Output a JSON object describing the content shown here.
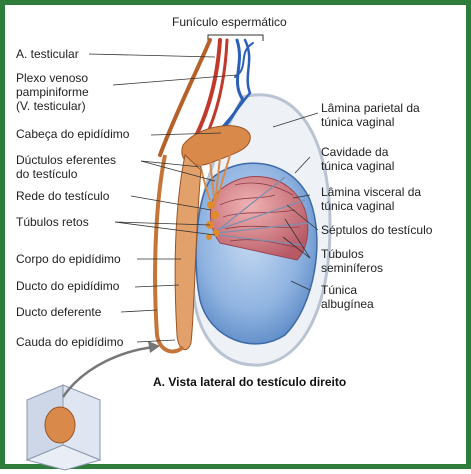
{
  "figure": {
    "caption": "A. Vista lateral do testículo direito",
    "top_label": "Funículo espermático",
    "left_labels": {
      "a_testicular": "A. testicular",
      "plexo_line1": "Plexo venoso",
      "plexo_line2": "pampiniforme",
      "plexo_line3": "(V. testicular)",
      "cabeca": "Cabeça do epidídimo",
      "ductulos_line1": "Dúctulos eferentes",
      "ductulos_line2": "do testículo",
      "rede": "Rede do testículo",
      "tubulos_retos": "Túbulos retos",
      "corpo": "Corpo do epidídimo",
      "ducto_epididimo": "Ducto do epidídimo",
      "ducto_deferente": "Ducto deferente",
      "cauda": "Cauda do epidídimo"
    },
    "right_labels": {
      "parietal_line1": "Lâmina parietal da",
      "parietal_line2": "túnica vaginal",
      "cavidade_line1": "Cavidade da",
      "cavidade_line2": "túnica vaginal",
      "visceral_line1": "Lâmina visceral da",
      "visceral_line2": "túnica vaginal",
      "septulos": "Séptulos do testículo",
      "seminiferos_line1": "Túbulos",
      "seminiferos_line2": "seminíferos",
      "albuginea_line1": "Túnica",
      "albuginea_line2": "albugínea"
    },
    "colors": {
      "frame": "#2f7d3a",
      "artery": "#c0392b",
      "vein": "#2b5fb8",
      "epididymis": "#d9894a",
      "testis_blue": "#8fb3e0",
      "tubules": "#c9737a",
      "vaginalis": "#cfd8e6"
    }
  }
}
